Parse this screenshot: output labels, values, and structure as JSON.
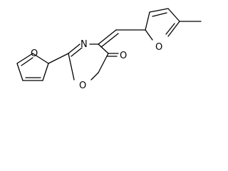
{
  "molecule": {
    "atoms": {
      "n1": "N",
      "o_ring1": "O",
      "o_carbonyl": "O",
      "o_furan_left": "O",
      "o_furan_right": "O"
    }
  }
}
